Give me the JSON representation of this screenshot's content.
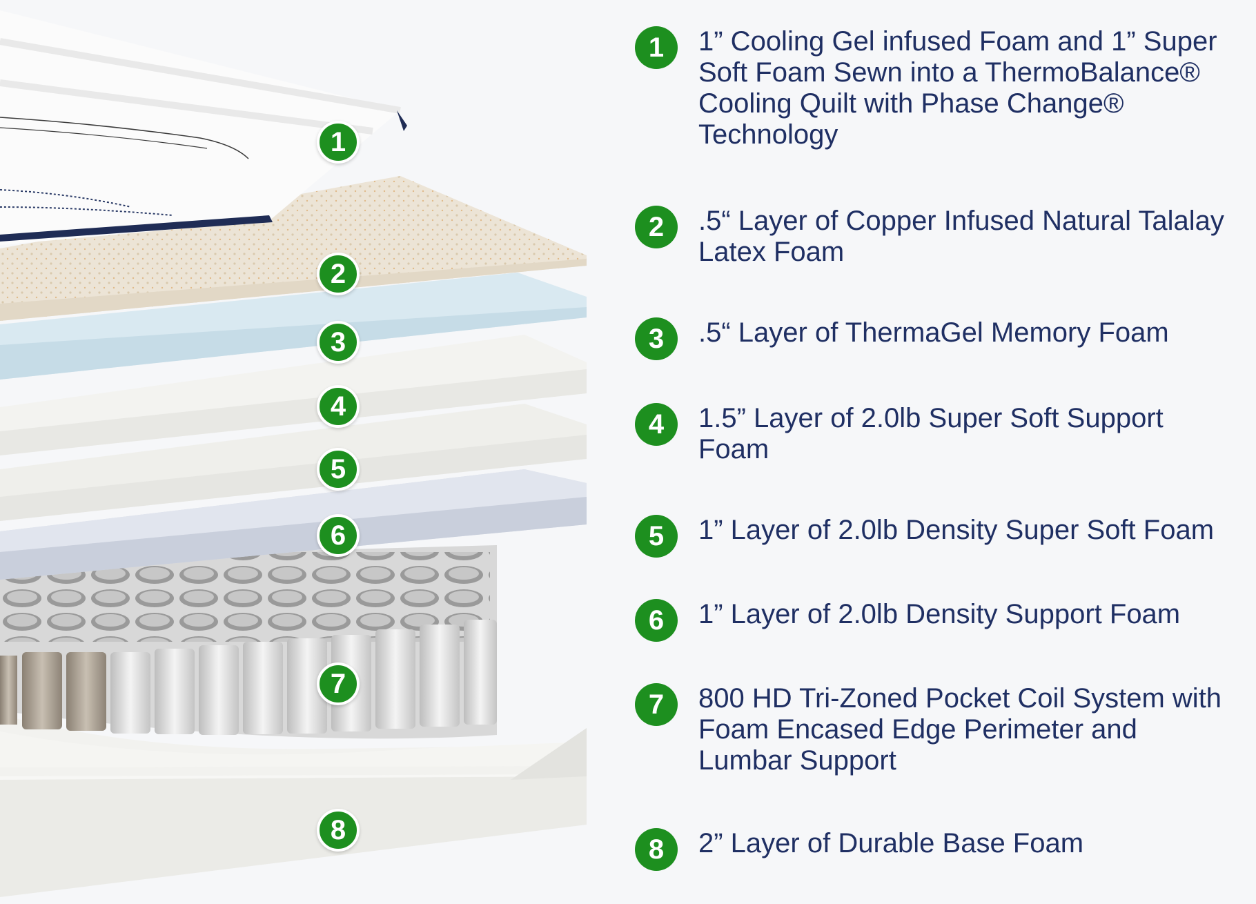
{
  "layers": [
    {
      "number": "1",
      "text": "1” Cooling Gel infused Foam and 1” Super Soft Foam Sewn into a ThermoBalance® Cooling Quilt with Phase Change® Technology"
    },
    {
      "number": "2",
      "text": ".5“ Layer of Copper Infused Natural Talalay Latex Foam"
    },
    {
      "number": "3",
      "text": ".5“ Layer of ThermaGel Memory Foam"
    },
    {
      "number": "4",
      "text": "1.5” Layer of 2.0lb Super Soft Support Foam"
    },
    {
      "number": "5",
      "text": "1” Layer of 2.0lb Density Super Soft Foam"
    },
    {
      "number": "6",
      "text": "1” Layer of 2.0lb Density Support Foam"
    },
    {
      "number": "7",
      "text": "800 HD Tri-Zoned Pocket Coil System with Foam Encased Edge Perimeter and Lumbar Support"
    },
    {
      "number": "8",
      "text": "2” Layer of Durable Base Foam"
    }
  ],
  "colors": {
    "badge": "#1d8f1f",
    "text": "#1f2f63",
    "background": "#f6f7f9",
    "latex": "#ece4d6",
    "gel": "#d9e9f1",
    "support": "#f1f0ec",
    "base_support": "#dde1ea",
    "cover_trim": "#1f2c55"
  }
}
